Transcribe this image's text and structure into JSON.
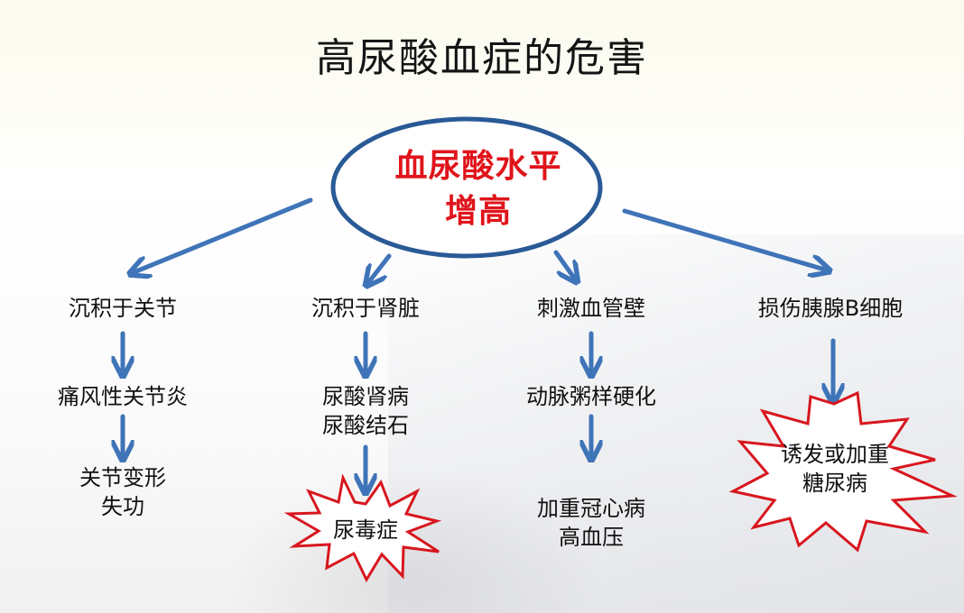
{
  "title": "高尿酸血症的危害",
  "center": {
    "line1": "血尿酸水平",
    "line2": "增高",
    "text_color": "#e0141b",
    "ellipse_color": "#2a5a96"
  },
  "colors": {
    "arrow": "#3f74b8",
    "starburst_stroke": "#d8161e",
    "text": "#111111"
  },
  "branches": [
    {
      "label": "沉积于关节",
      "steps": [
        {
          "lines": [
            "痛风性关节炎"
          ]
        },
        {
          "lines": [
            "关节变形",
            "失功"
          ]
        }
      ]
    },
    {
      "label": "沉积于肾脏",
      "steps": [
        {
          "lines": [
            "尿酸肾病",
            "尿酸结石"
          ]
        },
        {
          "lines": [
            "尿毒症"
          ],
          "emphasis": "starburst"
        }
      ]
    },
    {
      "label": "刺激血管壁",
      "steps": [
        {
          "lines": [
            "动脉粥样硬化"
          ]
        },
        {
          "lines": [
            "加重冠心病",
            "高血压"
          ]
        }
      ]
    },
    {
      "label": "损伤胰腺B细胞",
      "steps": [
        {
          "lines": [
            "诱发或加重",
            "糖尿病"
          ],
          "emphasis": "starburst"
        }
      ]
    }
  ]
}
